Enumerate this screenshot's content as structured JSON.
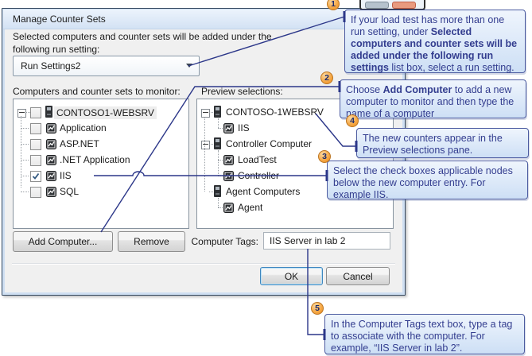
{
  "dialog": {
    "title": "Manage Counter Sets",
    "intro": "Selected computers and counter sets will be added under the following run setting:",
    "run_setting_dropdown": {
      "value": "Run Settings2"
    },
    "monitor_label": "Computers and counter sets to monitor:",
    "preview_label": "Preview selections:",
    "monitor_tree": {
      "root": {
        "label": "CONTOSO1-WEBSRV",
        "checked": false
      },
      "children": [
        {
          "label": "Application",
          "checked": false
        },
        {
          "label": "ASP.NET",
          "checked": false
        },
        {
          "label": ".NET Application",
          "checked": false
        },
        {
          "label": "IIS",
          "checked": true
        },
        {
          "label": "SQL",
          "checked": false
        }
      ]
    },
    "preview_tree": [
      {
        "label": "CONTOSO-1WEBSRV",
        "expander": true,
        "children": [
          "IIS"
        ]
      },
      {
        "label": "Controller Computer",
        "expander": true,
        "children": [
          "LoadTest",
          "Controller"
        ]
      },
      {
        "label": "Agent Computers",
        "expander": false,
        "children": [
          "Agent"
        ]
      }
    ],
    "buttons": {
      "add_computer": "Add Computer...",
      "remove": "Remove",
      "ok": "OK",
      "cancel": "Cancel"
    },
    "computer_tags": {
      "label": "Computer Tags:",
      "value": "IIS Server in lab 2"
    }
  },
  "callouts": [
    {
      "number": "1",
      "segments": [
        {
          "text": "If your load test has more than one run setting, under ",
          "bold": false
        },
        {
          "text": "Selected computers and counter sets will be added under the following run settings",
          "bold": true
        },
        {
          "text": " list box, select a run setting.",
          "bold": false
        }
      ]
    },
    {
      "number": "2",
      "segments": [
        {
          "text": "Choose ",
          "bold": false
        },
        {
          "text": "Add Computer",
          "bold": true
        },
        {
          "text": " to add a new computer to monitor and then type the name of a computer",
          "bold": false
        }
      ]
    },
    {
      "number": "4",
      "segments": [
        {
          "text": "The new counters appear in the Preview selections pane.",
          "bold": false
        }
      ]
    },
    {
      "number": "3",
      "segments": [
        {
          "text": "Select the check boxes applicable nodes below the new computer entry. For example IIS.",
          "bold": false
        }
      ]
    },
    {
      "number": "5",
      "segments": [
        {
          "text": "In the Computer Tags text box, type a tag to associate with the computer. For example, “IIS Server in lab 2”.",
          "bold": false
        }
      ]
    }
  ],
  "colors": {
    "callout_accent": "#2c3789",
    "callout_text": "#333d8f",
    "balloon_orange": "#f0941e",
    "title_gradient_top": "#ecf3fc",
    "dialog_frame_blue": "#cfdff2"
  }
}
